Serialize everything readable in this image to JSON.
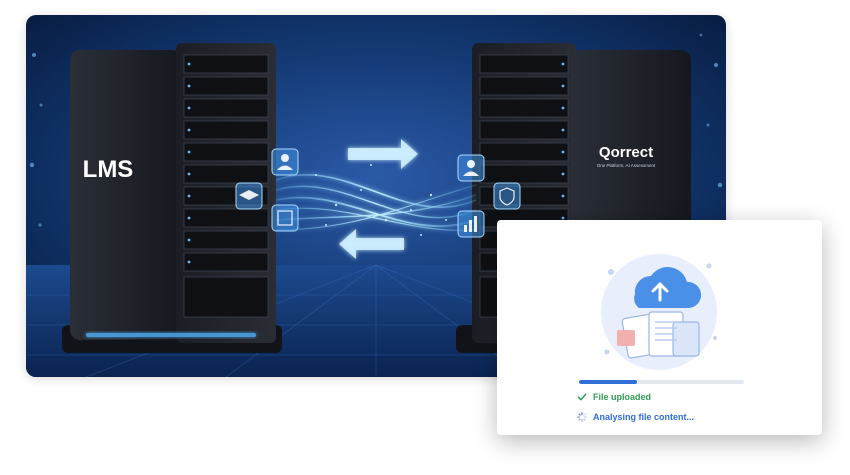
{
  "hero": {
    "left_server_label": "LMS",
    "right_server_brand": "Qorrect",
    "right_server_tagline": "One Platform, AI Assessment"
  },
  "upload_card": {
    "progress_percent": 35,
    "status": [
      {
        "icon": "check-icon",
        "text": "File uploaded",
        "color": "#2e9d57"
      },
      {
        "icon": "spinner-icon",
        "text": "Analysing file content...",
        "color": "#2f6fd6"
      }
    ]
  },
  "colors": {
    "accent_blue": "#2f6fd6",
    "success_green": "#2e9d57",
    "hero_background": "#0d2a5c"
  }
}
